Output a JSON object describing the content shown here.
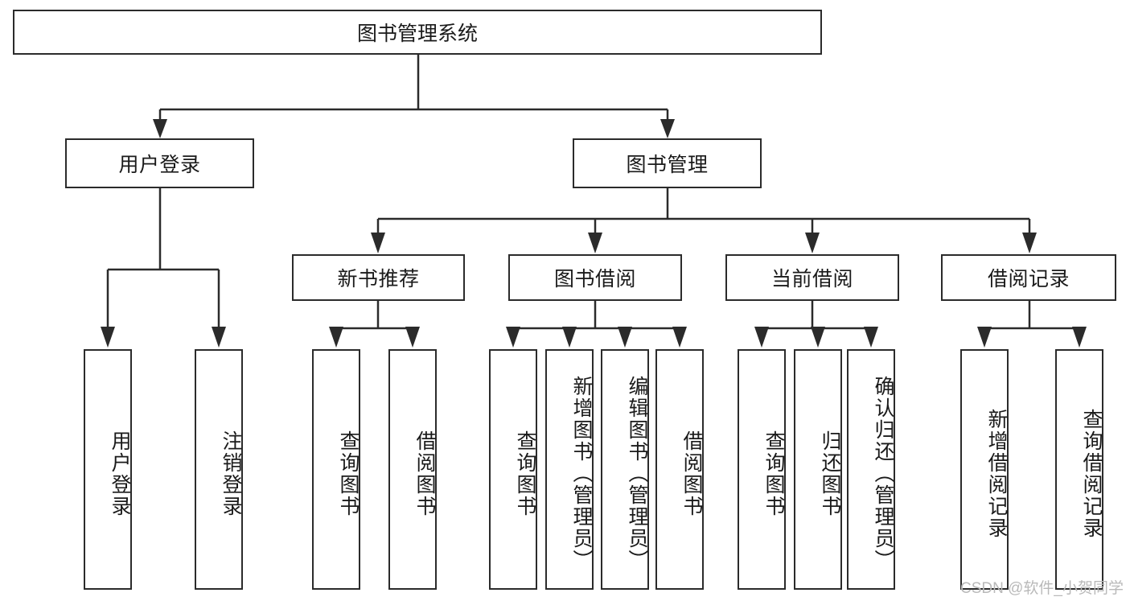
{
  "diagram": {
    "title": "图书管理系统",
    "type": "tree",
    "orientation": "top-down",
    "colors": {
      "stroke": "#2b2b2b",
      "box_fill": "#ffffff",
      "text": "#1a1a1a",
      "background": "#ffffff",
      "watermark": "#b9b9b9"
    },
    "root": {
      "id": "root",
      "label": "图书管理系统"
    },
    "level2": [
      {
        "id": "user-login",
        "label": "用户登录"
      },
      {
        "id": "book-manage",
        "label": "图书管理"
      }
    ],
    "level3": [
      {
        "id": "new-book-recommend",
        "label": "新书推荐",
        "parent": "book-manage"
      },
      {
        "id": "book-borrow",
        "label": "图书借阅",
        "parent": "book-manage"
      },
      {
        "id": "current-borrow",
        "label": "当前借阅",
        "parent": "book-manage"
      },
      {
        "id": "borrow-record",
        "label": "借阅记录",
        "parent": "book-manage"
      }
    ],
    "leaves": [
      {
        "id": "leaf-user-login",
        "label": "用户登录",
        "parent": "user-login"
      },
      {
        "id": "leaf-user-logout",
        "label": "注销登录",
        "parent": "user-login"
      },
      {
        "id": "leaf-query-book-1",
        "label": "查询图书",
        "parent": "new-book-recommend"
      },
      {
        "id": "leaf-borrow-book-1",
        "label": "借阅图书",
        "parent": "new-book-recommend"
      },
      {
        "id": "leaf-query-book-2",
        "label": "查询图书",
        "parent": "book-borrow"
      },
      {
        "id": "leaf-add-book",
        "label": "新增图书（管理员）",
        "parent": "book-borrow"
      },
      {
        "id": "leaf-edit-book",
        "label": "编辑图书（管理员）",
        "parent": "book-borrow"
      },
      {
        "id": "leaf-borrow-book-2",
        "label": "借阅图书",
        "parent": "book-borrow"
      },
      {
        "id": "leaf-query-book-3",
        "label": "查询图书",
        "parent": "current-borrow"
      },
      {
        "id": "leaf-return-book",
        "label": "归还图书",
        "parent": "current-borrow"
      },
      {
        "id": "leaf-confirm-return",
        "label": "确认归还（管理员）",
        "parent": "current-borrow"
      },
      {
        "id": "leaf-add-record",
        "label": "新增借阅记录",
        "parent": "borrow-record"
      },
      {
        "id": "leaf-query-record",
        "label": "查询借阅记录",
        "parent": "borrow-record"
      }
    ],
    "watermark": "CSDN @软件_小贺同学"
  }
}
